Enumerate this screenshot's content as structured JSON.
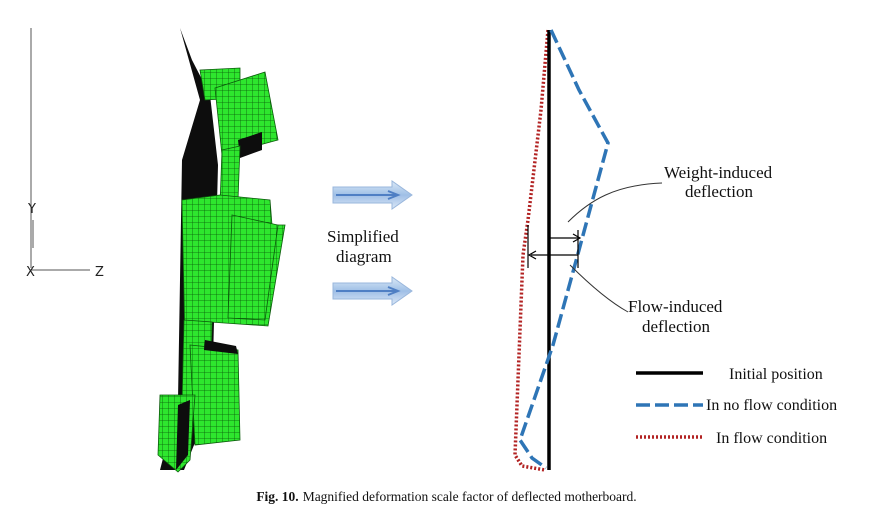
{
  "axes": {
    "y": "Y",
    "x": "X",
    "z": "Z"
  },
  "middle_label": [
    "Simplified",
    "diagram"
  ],
  "annotations": {
    "weight": [
      "Weight-induced",
      "deflection"
    ],
    "flow": [
      "Flow-induced",
      "deflection"
    ]
  },
  "legend": [
    {
      "label": "Initial position",
      "color": "#000000",
      "style": "solid"
    },
    {
      "label": "In no flow condition",
      "color": "#2e75b6",
      "style": "dashed"
    },
    {
      "label": "In flow condition",
      "color": "#b22222",
      "style": "dotted"
    }
  ],
  "caption": {
    "label": "Fig. 10.",
    "text": "Magnified deformation scale factor of deflected motherboard."
  },
  "colors": {
    "mesh": "#2ee62e",
    "mesh_line": "#0a5a0a",
    "arrow": "#b8d0ec",
    "arrow_line": "#5b8fd0"
  }
}
